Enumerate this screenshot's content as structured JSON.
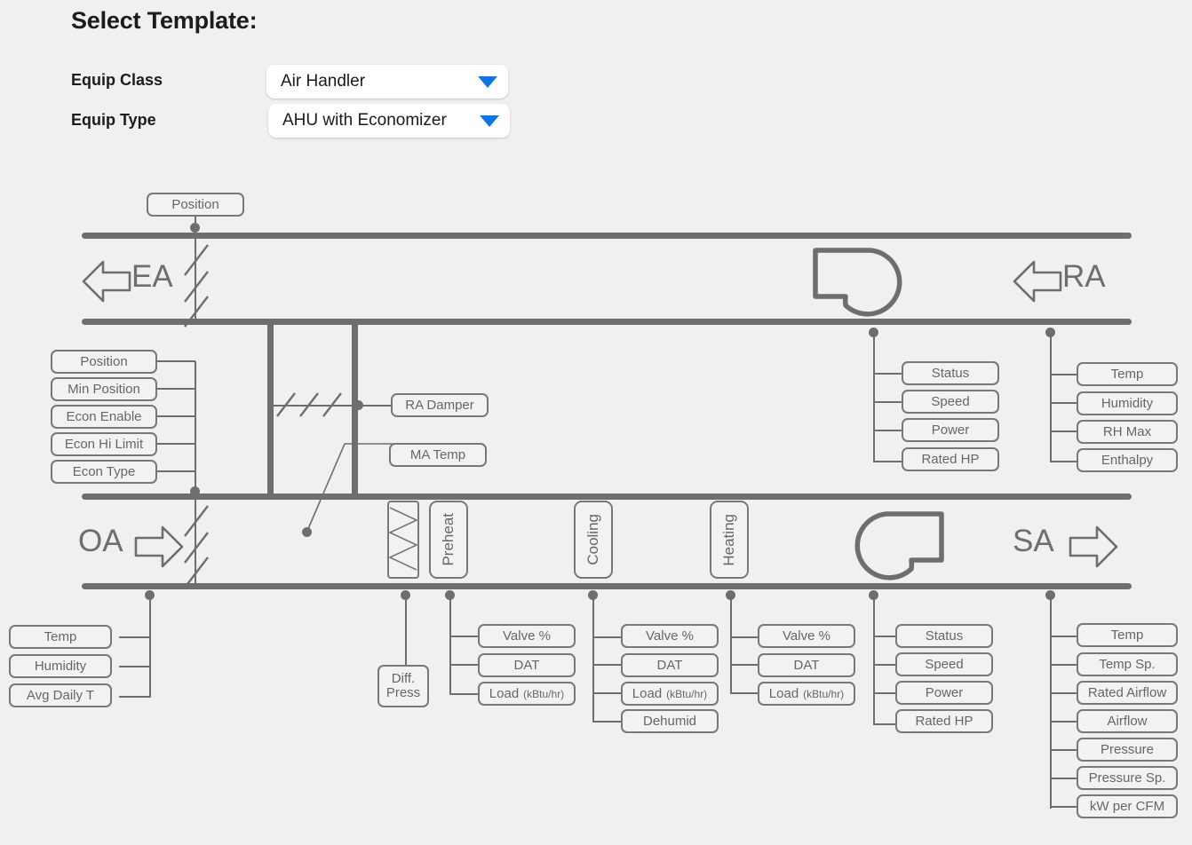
{
  "header": {
    "title": "Select Template:",
    "fields": [
      {
        "label": "Equip Class",
        "value": "Air Handler"
      },
      {
        "label": "Equip Type",
        "value": "AHU with Economizer"
      }
    ]
  },
  "colors": {
    "background": "#f0f0f0",
    "line": "#6e6e6e",
    "pill_border": "#787878",
    "pill_text": "#666666",
    "caret_blue": "#1273e6",
    "title_text": "#1c1c1c"
  },
  "diagram": {
    "air_labels": {
      "exhaust_air": "EA",
      "return_air": "RA",
      "outside_air": "OA",
      "supply_air": "SA"
    },
    "exhaust_damper": {
      "points": [
        "Position"
      ]
    },
    "outside_air_damper": {
      "points": [
        "Position",
        "Min Position",
        "Econ Enable",
        "Econ Hi Limit",
        "Econ Type"
      ]
    },
    "mixing_box": {
      "points": [
        "RA Damper",
        "MA Temp"
      ]
    },
    "return_fan": {
      "points": [
        "Status",
        "Speed",
        "Power",
        "Rated HP"
      ]
    },
    "return_air_sensors": {
      "points": [
        "Temp",
        "Humidity",
        "RH Max",
        "Enthalpy"
      ]
    },
    "outside_air_sensors": {
      "points": [
        "Temp",
        "Humidity",
        "Avg Daily T"
      ]
    },
    "filter": {
      "label_line1": "Diff.",
      "label_line2": "Press"
    },
    "coils": [
      {
        "name": "Preheat",
        "points": [
          {
            "main": "Valve %",
            "sub": ""
          },
          {
            "main": "DAT",
            "sub": ""
          },
          {
            "main": "Load",
            "sub": "(kBtu/hr)"
          }
        ]
      },
      {
        "name": "Cooling",
        "points": [
          {
            "main": "Valve %",
            "sub": ""
          },
          {
            "main": "DAT",
            "sub": ""
          },
          {
            "main": "Load",
            "sub": "(kBtu/hr)"
          },
          {
            "main": "Dehumid",
            "sub": ""
          }
        ]
      },
      {
        "name": "Heating",
        "points": [
          {
            "main": "Valve %",
            "sub": ""
          },
          {
            "main": "DAT",
            "sub": ""
          },
          {
            "main": "Load",
            "sub": "(kBtu/hr)"
          }
        ]
      }
    ],
    "supply_fan": {
      "points": [
        "Status",
        "Speed",
        "Power",
        "Rated HP"
      ]
    },
    "supply_air_sensors": {
      "points": [
        "Temp",
        "Temp Sp.",
        "Rated Airflow",
        "Airflow",
        "Pressure",
        "Pressure Sp.",
        "kW per CFM"
      ]
    }
  }
}
